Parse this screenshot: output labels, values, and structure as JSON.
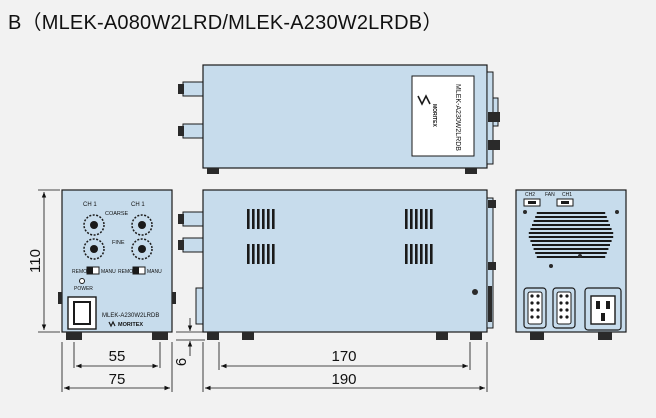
{
  "heading": "B（MLEK-A080W2LRD/MLEK-A230W2LRDB）",
  "colors": {
    "body_fill": "#c7dcec",
    "outline": "#1a1a1a",
    "background": "#f2f2f2",
    "dark": "#2a2a2a"
  },
  "top_view": {
    "label_plate": "MLEK-A230W2LRDB",
    "logo": "MORITEX"
  },
  "front_panel": {
    "ch1_left": "CH 1",
    "ch1_right": "CH 1",
    "coarse": "COARSE",
    "fine": "FINE",
    "remo_left": "REMO",
    "manu_left": "MANU",
    "remo_right": "REMO",
    "manu_right": "MANU",
    "power": "POWER",
    "model": "MLEK-A230W2LRDB",
    "logo": "MORITEX"
  },
  "rear_panel": {
    "ch2": "CH2",
    "fan": "FAN",
    "ch1": "CH1"
  },
  "dimensions": {
    "height": "110",
    "front_inner": "55",
    "front_total": "75",
    "foot": "6",
    "side_inner": "170",
    "side_total": "190"
  }
}
